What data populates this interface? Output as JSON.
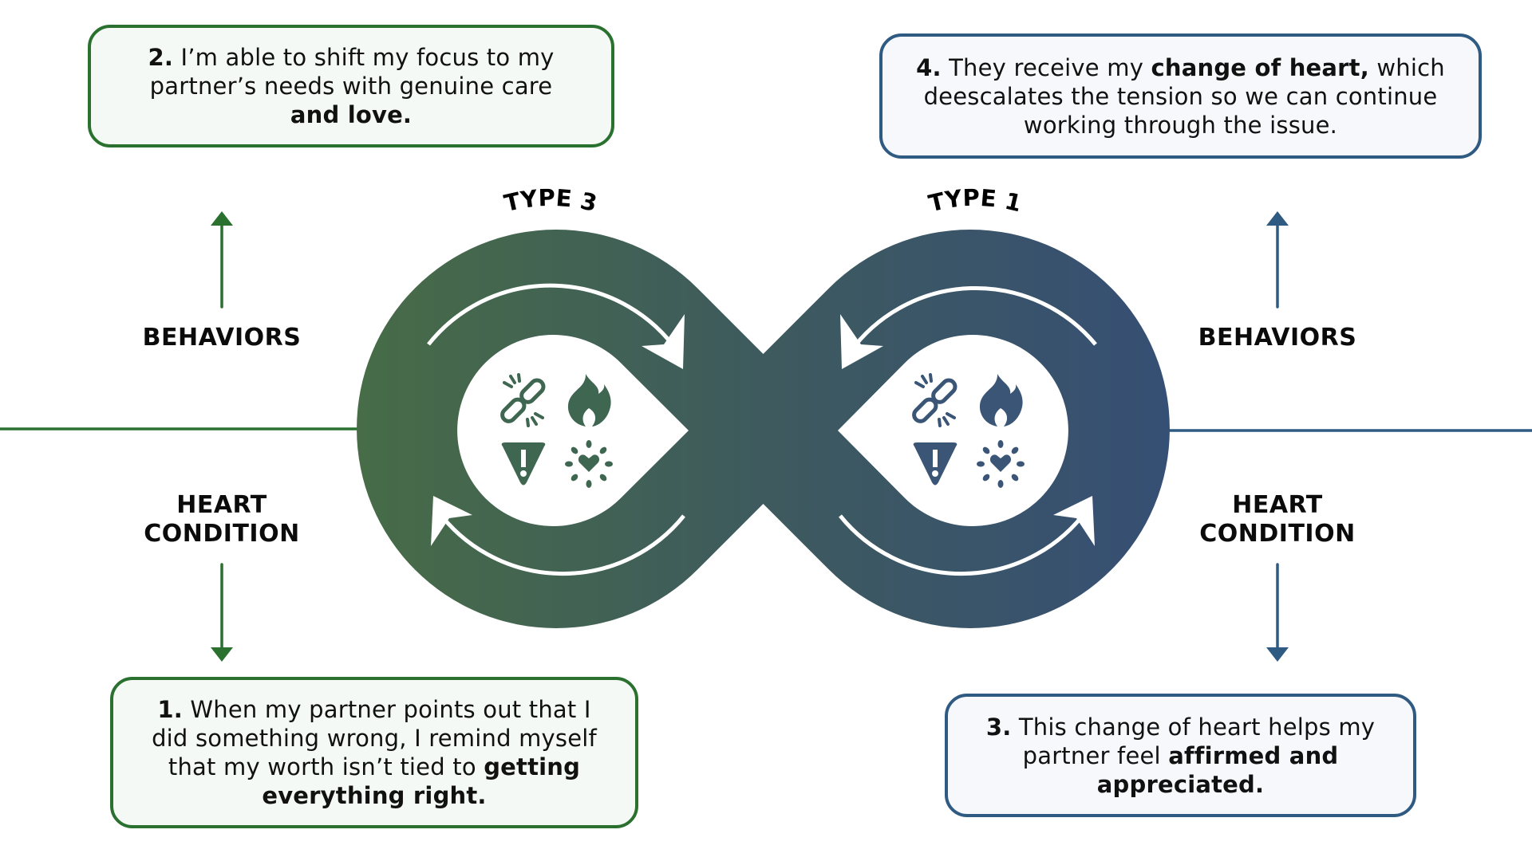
{
  "boxes": {
    "step1": {
      "number": "1.",
      "segments": [
        {
          "text": " When my partner points out that I did something wrong, I remind myself that my worth isn’t tied to ",
          "bold": false
        },
        {
          "text": "getting everything right.",
          "bold": true
        }
      ]
    },
    "step2": {
      "number": "2.",
      "segments": [
        {
          "text": " I’m able to shift my focus to my partner’s needs with genuine care ",
          "bold": false
        },
        {
          "text": "and love.",
          "bold": true
        }
      ]
    },
    "step3": {
      "number": "3.",
      "segments": [
        {
          "text": " This change of heart helps my partner feel ",
          "bold": false
        },
        {
          "text": "affirmed and appreciated.",
          "bold": true
        }
      ]
    },
    "step4": {
      "number": "4.",
      "segments": [
        {
          "text": " They receive my ",
          "bold": false
        },
        {
          "text": "change of heart,",
          "bold": true
        },
        {
          "text": " which deescalates the tension so we can continue working through the issue.",
          "bold": false
        }
      ]
    }
  },
  "labels": {
    "left_behaviors": "BEHAVIORS",
    "left_heart_condition": "HEART CONDITION",
    "right_behaviors": "BEHAVIORS",
    "right_heart_condition": "HEART CONDITION"
  },
  "loops": {
    "left": {
      "title": "TYPE 3",
      "color": "#476c47",
      "icons": [
        "broken-link-icon",
        "flame-icon",
        "warning-icon",
        "heart-burst-icon"
      ]
    },
    "right": {
      "title": "TYPE 1",
      "color": "#364f74",
      "icons": [
        "broken-link-icon",
        "flame-icon",
        "warning-icon",
        "heart-burst-icon"
      ]
    }
  },
  "colors": {
    "green": "#2a7130",
    "blue": "#2f5a82",
    "loop_green": "#476c47",
    "loop_mid": "#3e5a5e",
    "loop_blue": "#364f74",
    "icon_green": "#3f6650",
    "icon_blue": "#3a5575"
  }
}
